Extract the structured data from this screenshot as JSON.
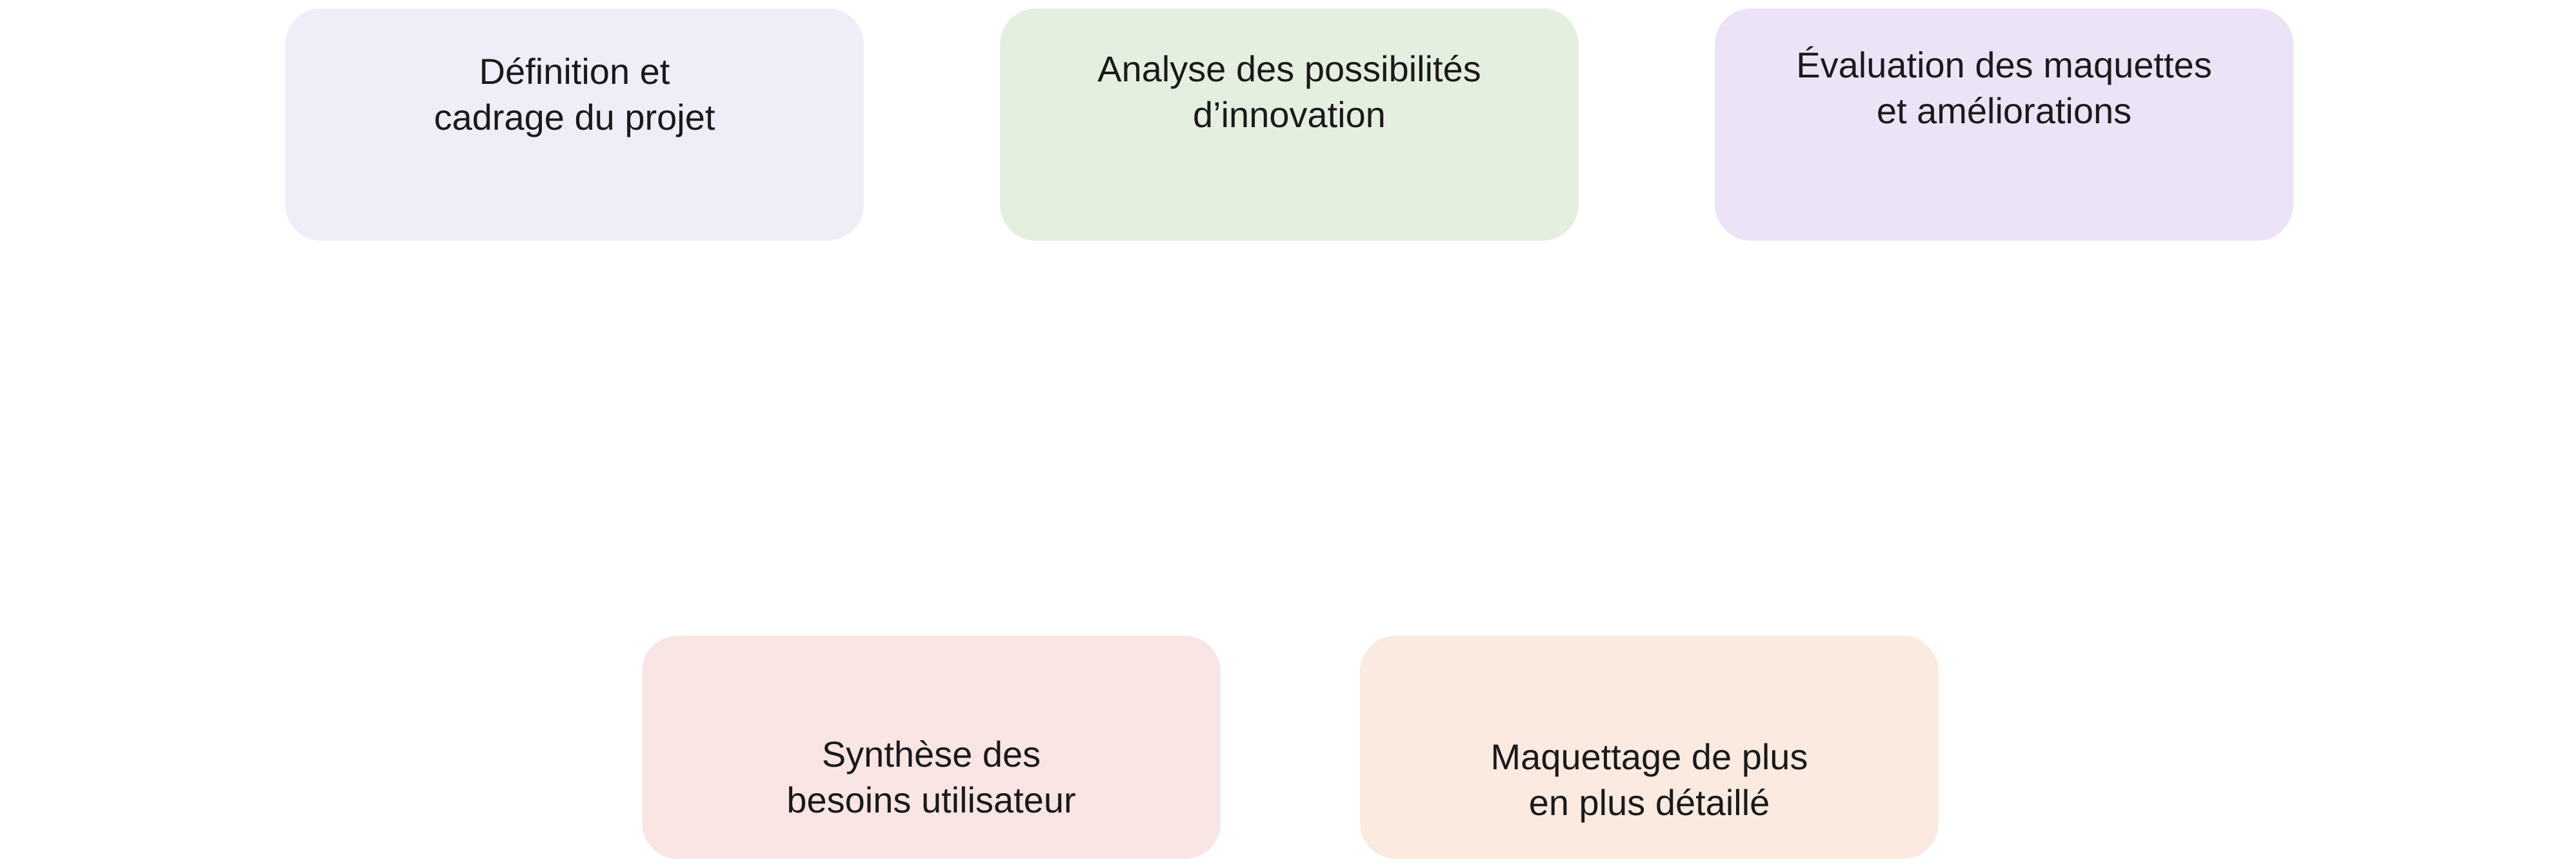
{
  "diagram": {
    "steps": [
      {
        "lines": [
          "Définition et",
          "cadrage du projet"
        ],
        "color": "#eeedf8"
      },
      {
        "lines": [
          "Analyse des possibilités",
          "d’innovation"
        ],
        "color": "#e5efe0"
      },
      {
        "lines": [
          "Évaluation des maquettes",
          "et améliorations"
        ],
        "color": "#ece3f6"
      },
      {
        "lines": [
          "Synthèse des",
          "besoins utilisateur"
        ],
        "color": "#f9e5e3"
      },
      {
        "lines": [
          "Maquettage de plus",
          "en plus détaillé"
        ],
        "color": "#fbeadf"
      }
    ]
  }
}
